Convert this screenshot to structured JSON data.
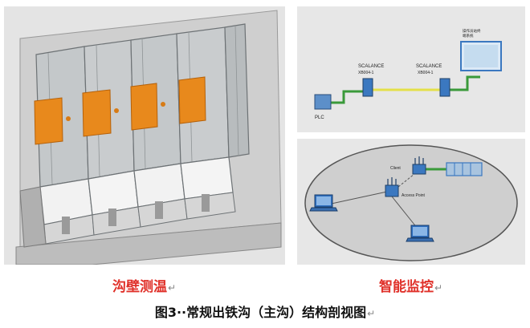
{
  "left_panel": {
    "caption": "沟壁测温"
  },
  "top_right_panel": {
    "device_label_1": "SCALANCE",
    "device_model_1": "XB004-1",
    "device_label_2": "SCALANCE",
    "device_model_2": "XB004-1",
    "plc_label": "PLC",
    "screen_label_line1": "操作员站终",
    "screen_label_line2": "端系统"
  },
  "bottom_right_panel": {
    "client_label": "Client",
    "access_point_label": "Access Point",
    "caption": "智能监控"
  },
  "figure_caption": "图3··常规出铁沟（主沟）结构剖视图",
  "return_mark": "↵",
  "colors": {
    "caption_red": "#e0312a",
    "heat_panel_orange": "#e8891c",
    "link_green": "#3a9a3a",
    "link_yellow": "#e4e04a",
    "device_blue": "#3b78c0"
  }
}
